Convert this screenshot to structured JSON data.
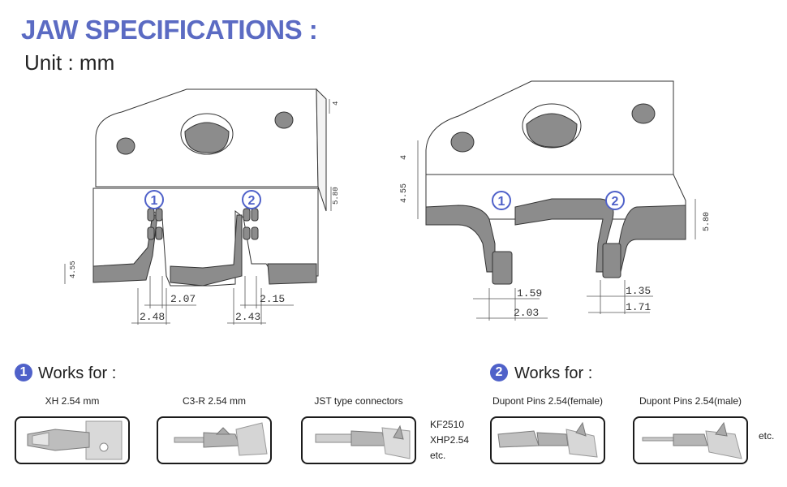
{
  "colors": {
    "title": "#5b6bc3",
    "circle": "#4f61c9",
    "jaw_face": "#ffffff",
    "jaw_cut": "#8c8c8c",
    "jaw_outline": "#333333"
  },
  "header": {
    "title": "JAW SPECIFICATIONS :",
    "unit": "Unit : mm"
  },
  "left_jaw": {
    "slot1_number": "1",
    "slot2_number": "2",
    "dim_top": "4",
    "dim_right": "5.80",
    "dim_left": "4.55",
    "dim_slot1_inner": "2.07",
    "dim_slot1_outer": "2.48",
    "dim_slot2_inner": "2.15",
    "dim_slot2_outer": "2.43"
  },
  "right_jaw": {
    "slot1_number": "1",
    "slot2_number": "2",
    "dim_top": "4",
    "dim_left": "4.55",
    "dim_right": "5.80",
    "dim_slot1_inner": "1.59",
    "dim_slot1_outer": "2.03",
    "dim_slot2_inner": "1.35",
    "dim_slot2_outer": "1.71"
  },
  "works_for_1": {
    "number": "1",
    "label": "Works for :",
    "items": [
      {
        "label": "XH 2.54 mm",
        "icon": "terminal-xh-icon"
      },
      {
        "label": "C3-R 2.54 mm",
        "icon": "terminal-c3r-icon"
      },
      {
        "label": "JST type connectors",
        "icon": "terminal-jst-icon"
      }
    ],
    "extra_lines": [
      "KF2510",
      "XHP2.54",
      "etc."
    ]
  },
  "works_for_2": {
    "number": "2",
    "label": "Works for :",
    "items": [
      {
        "label": "Dupont Pins 2.54(female)",
        "icon": "dupont-female-icon"
      },
      {
        "label": "Dupont Pins 2.54(male)",
        "icon": "dupont-male-icon"
      }
    ],
    "extra_lines": [
      "etc."
    ]
  }
}
